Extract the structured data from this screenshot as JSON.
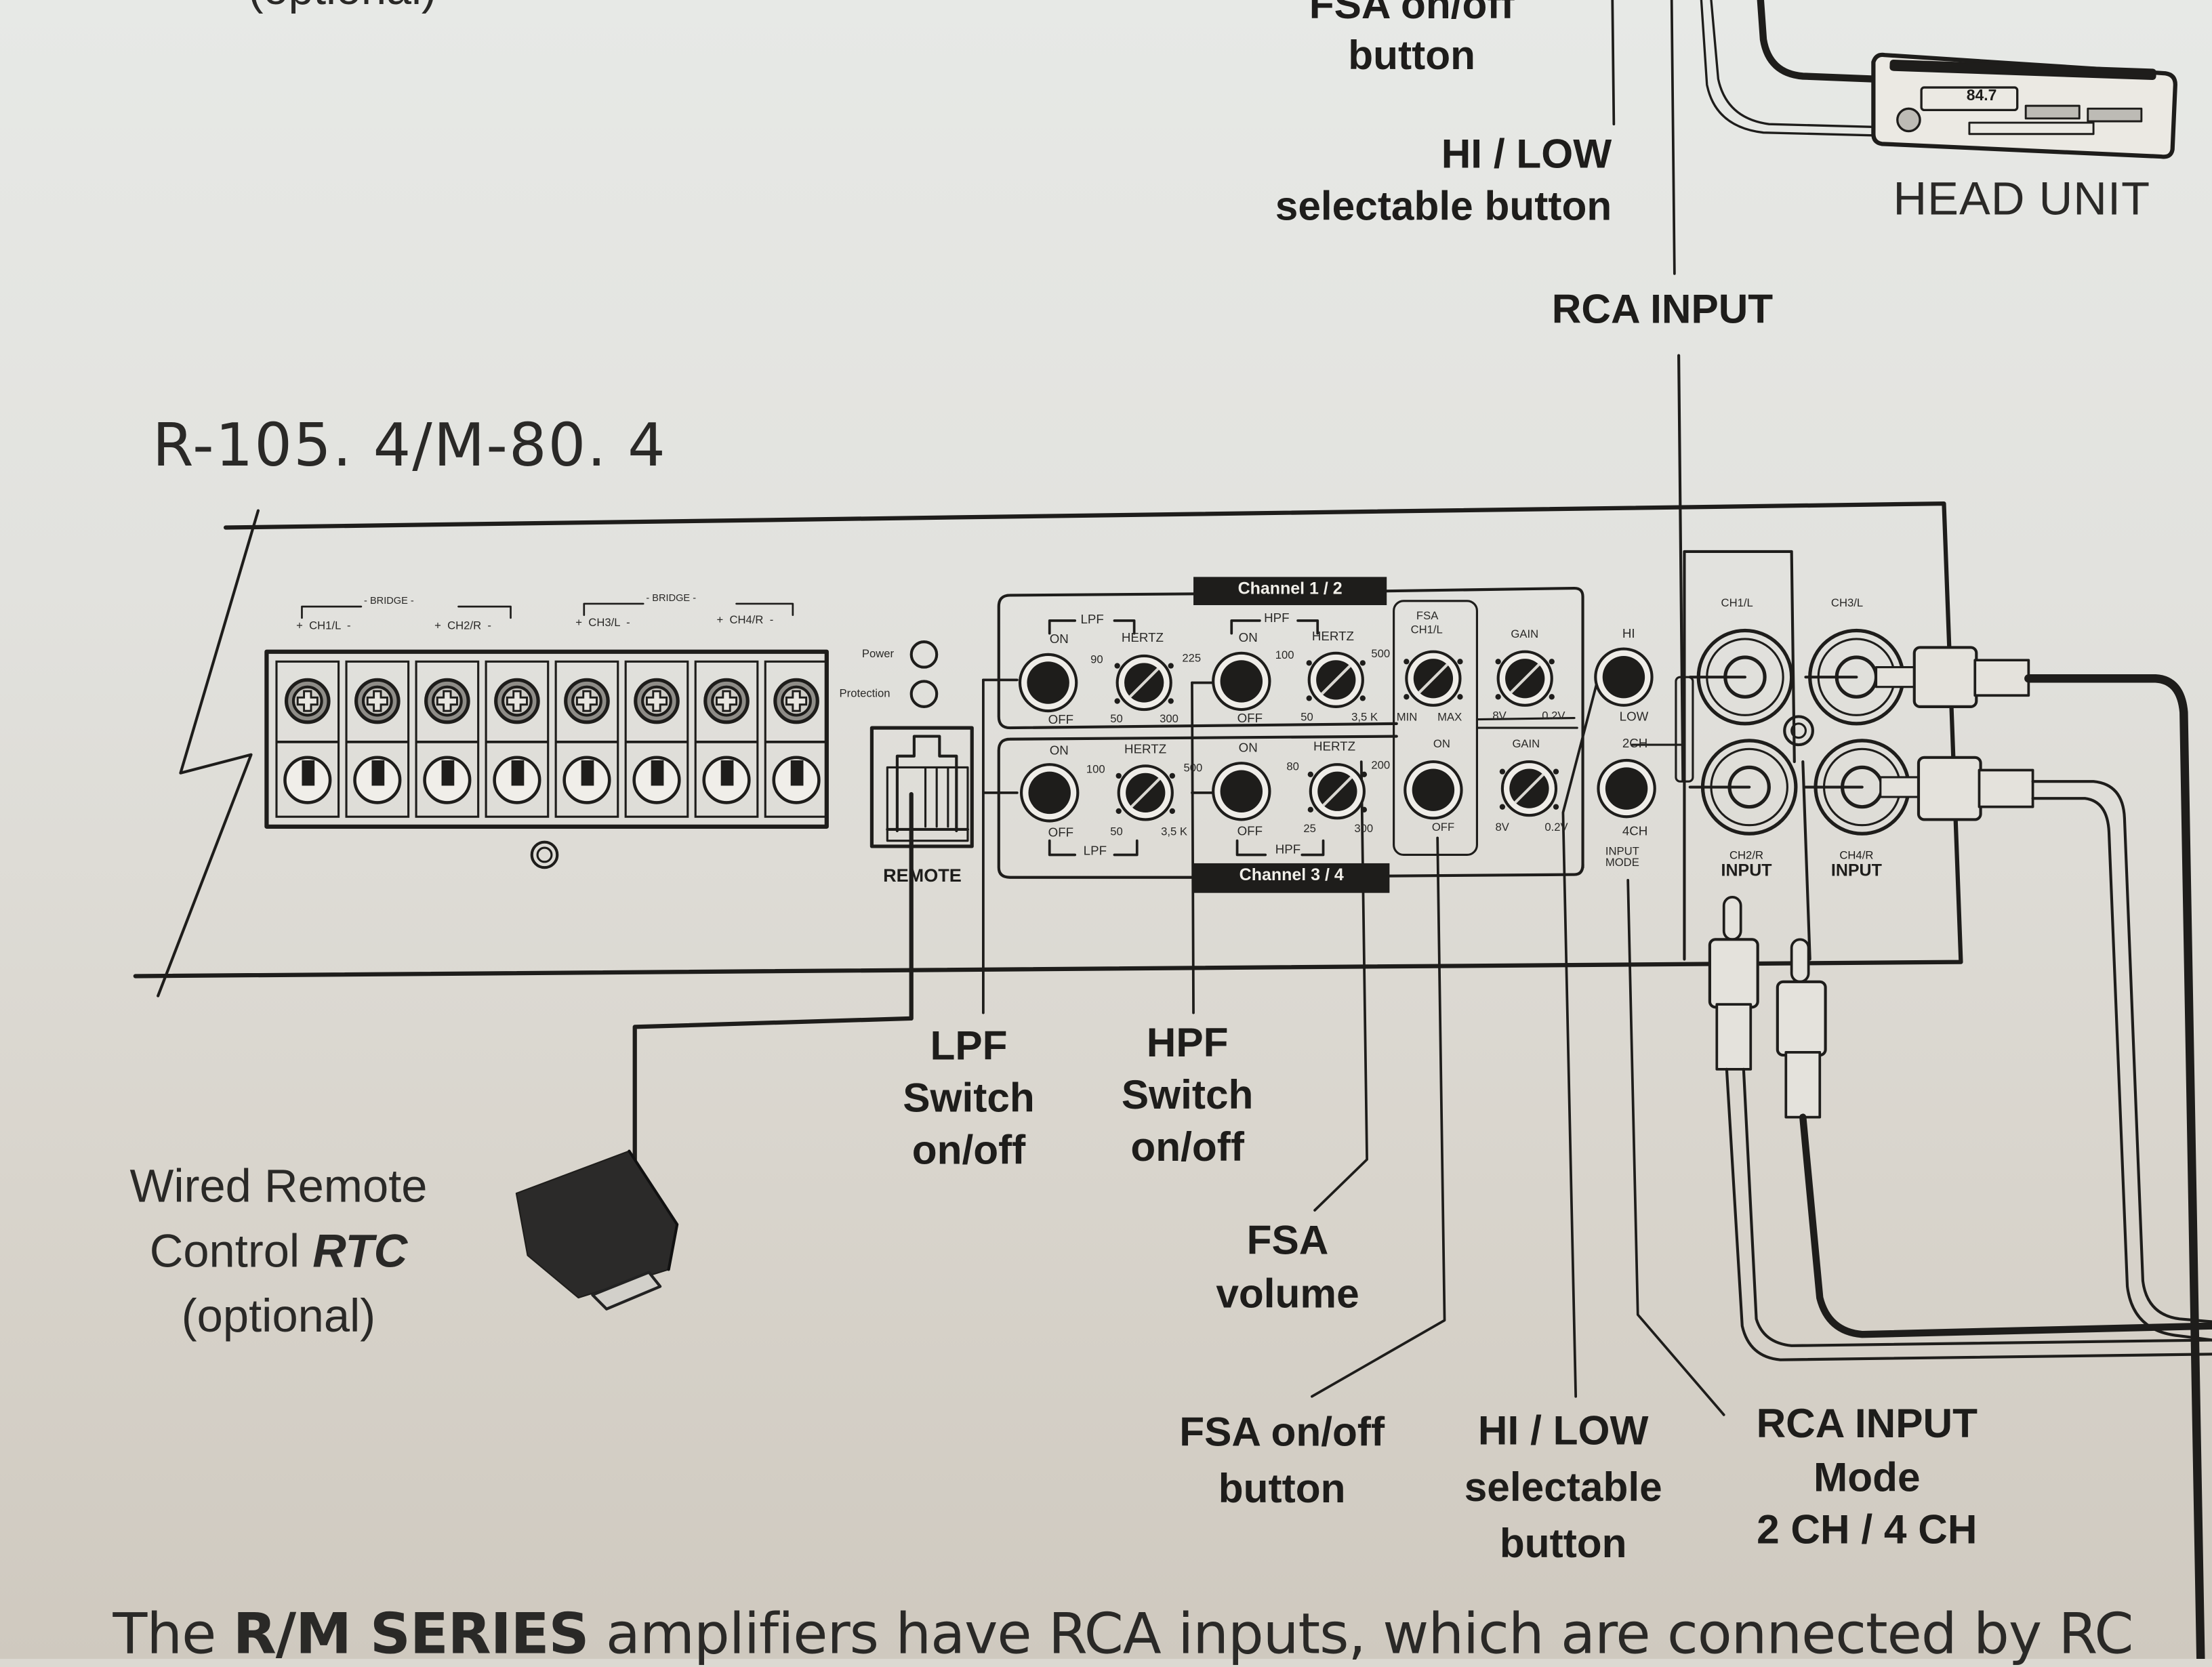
{
  "model_title": "R-105. 4/M-80. 4",
  "top_partial_text": "(optional)",
  "callouts_top": {
    "fsa_onoff": [
      "FSA on/off",
      "button"
    ],
    "hi_low": [
      "HI / LOW",
      "selectable button"
    ],
    "rca_input": "RCA INPUT"
  },
  "head_unit": {
    "label": "HEAD UNIT",
    "display_freq": "84.7"
  },
  "terminals": {
    "bridge_label": "- BRIDGE -",
    "channels": [
      {
        "plus": "+",
        "name": "CH1/L",
        "minus": "-"
      },
      {
        "plus": "+",
        "name": "CH2/R",
        "minus": "-"
      },
      {
        "plus": "+",
        "name": "CH3/L",
        "minus": "-"
      },
      {
        "plus": "+",
        "name": "CH4/R",
        "minus": "-"
      }
    ],
    "count": 8
  },
  "indicators": {
    "power": "Power",
    "protection": "Protection"
  },
  "remote_port": "REMOTE",
  "channel12": {
    "title": "Channel 1 / 2",
    "lpf": {
      "group": "LPF",
      "on": "ON",
      "off": "OFF",
      "hertz": "HERTZ",
      "scale": [
        "90",
        "225",
        "50",
        "300"
      ]
    },
    "hpf": {
      "group": "HPF",
      "on": "ON",
      "off": "OFF",
      "hertz": "HERTZ",
      "scale": [
        "100",
        "500",
        "50",
        "3,5 K"
      ]
    },
    "fsa": {
      "title": "FSA",
      "subtitle": "CH1/L",
      "min": "MIN",
      "max": "MAX",
      "on": "ON",
      "off": "OFF"
    },
    "gain": {
      "label": "GAIN",
      "min": "8V",
      "max": "0.2V"
    }
  },
  "channel34": {
    "title": "Channel 3 / 4",
    "lpf": {
      "group": "LPF",
      "on": "ON",
      "off": "OFF",
      "hertz": "HERTZ",
      "scale": [
        "100",
        "500",
        "50",
        "3,5 K"
      ]
    },
    "hpf": {
      "group": "HPF",
      "on": "ON",
      "off": "OFF",
      "hertz": "HERTZ",
      "scale": [
        "80",
        "200",
        "25",
        "300"
      ]
    },
    "gain": {
      "label": "GAIN",
      "min": "8V",
      "max": "0.2V"
    }
  },
  "input_switches": {
    "hi": "HI",
    "low": "LOW",
    "ch2": "2CH",
    "ch4": "4CH",
    "mode": [
      "INPUT",
      "MODE"
    ]
  },
  "rca_jacks": {
    "top_left": "CH1/L",
    "top_right": "CH3/L",
    "bottom_left": [
      "CH2/R",
      "INPUT"
    ],
    "bottom_right": [
      "CH4/R",
      "INPUT"
    ]
  },
  "callouts_bottom": {
    "lpf": [
      "LPF",
      "Switch",
      "on/off"
    ],
    "hpf": [
      "HPF",
      "Switch",
      "on/off"
    ],
    "fsa_volume": [
      "FSA",
      "volume"
    ],
    "fsa_onoff": [
      "FSA on/off",
      "button"
    ],
    "hi_low": [
      "HI / LOW",
      "selectable",
      "button"
    ],
    "rca_mode": [
      "RCA INPUT",
      "Mode",
      "2 CH / 4 CH"
    ]
  },
  "wired_remote": {
    "line1": "Wired Remote",
    "line2_plain": "Control ",
    "line2_bold": "RTC",
    "line3": "(optional)"
  },
  "footer_text_plain_1": "The ",
  "footer_text_bold": "R/M SERIES",
  "footer_text_plain_2": " amplifiers have RCA inputs, which are connected by RC"
}
